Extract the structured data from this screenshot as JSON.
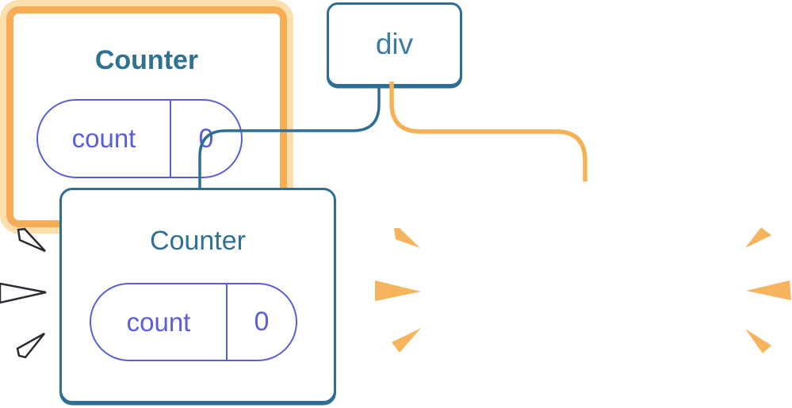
{
  "tree": {
    "root": {
      "label": "div"
    },
    "children": [
      {
        "label": "Counter",
        "highlighted": false,
        "state": {
          "name": "count",
          "value": "0"
        },
        "spark_style": "white"
      },
      {
        "label": "Counter",
        "highlighted": true,
        "state": {
          "name": "count",
          "value": "0"
        },
        "spark_style": "orange"
      }
    ]
  },
  "colors": {
    "node_border_blue": "#2E6E93",
    "root_text_blue": "#3E7BA4",
    "counter_title_teal": "#2F7190",
    "state_purple": "#5B5FD6",
    "highlight_orange_border": "#F5AE56",
    "highlight_halo": "#FCDFAD",
    "edge_orange": "#F5B156",
    "edge_halo_white": "#FFFFFF",
    "spark_orange": "#F6B45C",
    "spark_white_fill": "#FFFFFF",
    "spark_white_outline": "#2B2B33"
  }
}
